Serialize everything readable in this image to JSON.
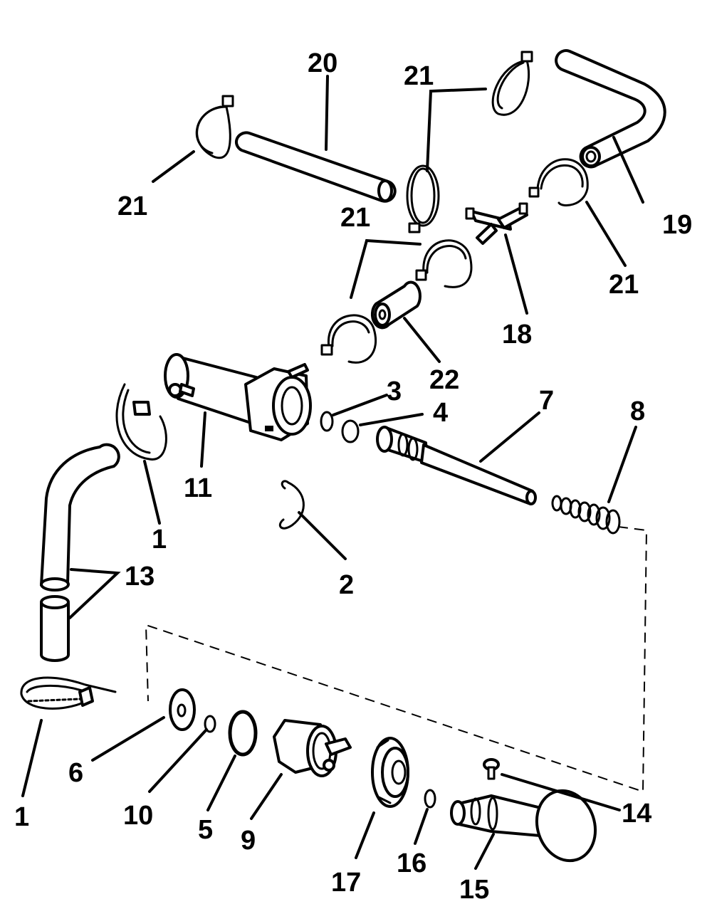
{
  "callouts": {
    "c1_upper": "1",
    "c1_lower": "1",
    "c2": "2",
    "c3": "3",
    "c4": "4",
    "c5": "5",
    "c6": "6",
    "c7": "7",
    "c8": "8",
    "c9": "9",
    "c10": "10",
    "c11": "11",
    "c13": "13",
    "c14": "14",
    "c15": "15",
    "c16": "16",
    "c17": "17",
    "c18": "18",
    "c19": "19",
    "c20": "20",
    "c21_left": "21",
    "c21_top": "21",
    "c21_mid": "21",
    "c21_right": "21",
    "c22": "22"
  }
}
